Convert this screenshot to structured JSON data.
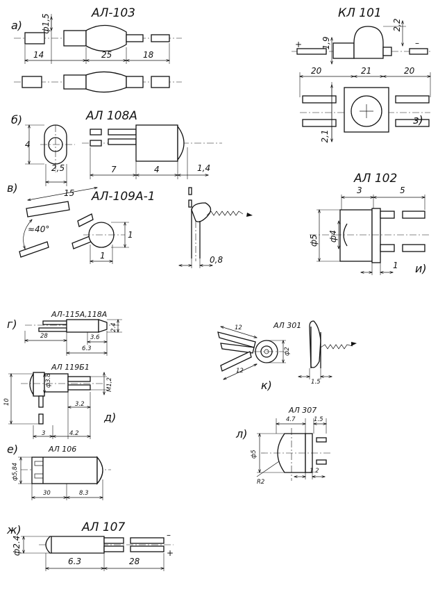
{
  "a": {
    "tag": "а)",
    "title": "АЛ-103",
    "d_dia": "ф1,5",
    "d_14": "14",
    "d_25": "25",
    "d_18": "18"
  },
  "kl": {
    "title": "КЛ 101",
    "d_19": "1,9",
    "d_22": "2,2",
    "plus": "+",
    "minus": "–",
    "d_20l": "20",
    "d_21": "21",
    "d_20r": "20",
    "d_21v": "2,1",
    "tag": "з)"
  },
  "b": {
    "tag": "б)",
    "title": "АЛ 108А",
    "d_4": "4",
    "d_25": "2,5",
    "d_7": "7",
    "d_4h": "4",
    "d_14": "1,4"
  },
  "v": {
    "tag": "в)",
    "title": "АЛ-109А-1",
    "d_15": "15",
    "d_40": "≈40°",
    "d_1v": "1",
    "d_1h": "1",
    "d_08": "0,8"
  },
  "i": {
    "title": "АЛ 102",
    "d_3": "3",
    "d_5": "5",
    "d_dia5": "ф5",
    "d_dia4": "ф4",
    "d_1": "1",
    "tag": "и)"
  },
  "g": {
    "tag": "г)",
    "title": "АЛ-115А,118А",
    "d_28": "28",
    "d_36": "3.6",
    "d_63": "6.3",
    "d_24": "2.4"
  },
  "d": {
    "title": "АЛ 119Б1",
    "d_dia38": "ф3.8",
    "d_m12": "М1,2",
    "d_10": "10",
    "d_32": "3.2",
    "d_3": "3",
    "d_42": "4.2",
    "tag": "д)"
  },
  "k": {
    "title": "АЛ 301",
    "d_12a": "12",
    "d_12b": "12",
    "d_dia2": "ф2",
    "d_15": "1.5",
    "tag": "к)"
  },
  "e": {
    "tag": "е)",
    "title": "АЛ 106",
    "d_dia584": "ф5,84",
    "d_30": "30",
    "d_83": "8.3"
  },
  "l": {
    "tag": "л)",
    "title": "АЛ 307",
    "d_47": "4.7",
    "d_15": "1.5",
    "d_dia5": "ф5",
    "d_r2": "R2",
    "d_12": "1.2"
  },
  "zh": {
    "tag": "ж)",
    "title": "АЛ 107",
    "d_dia24": "ф2.4",
    "minus": "–",
    "plus": "+",
    "d_63": "6.3",
    "d_28": "28"
  }
}
